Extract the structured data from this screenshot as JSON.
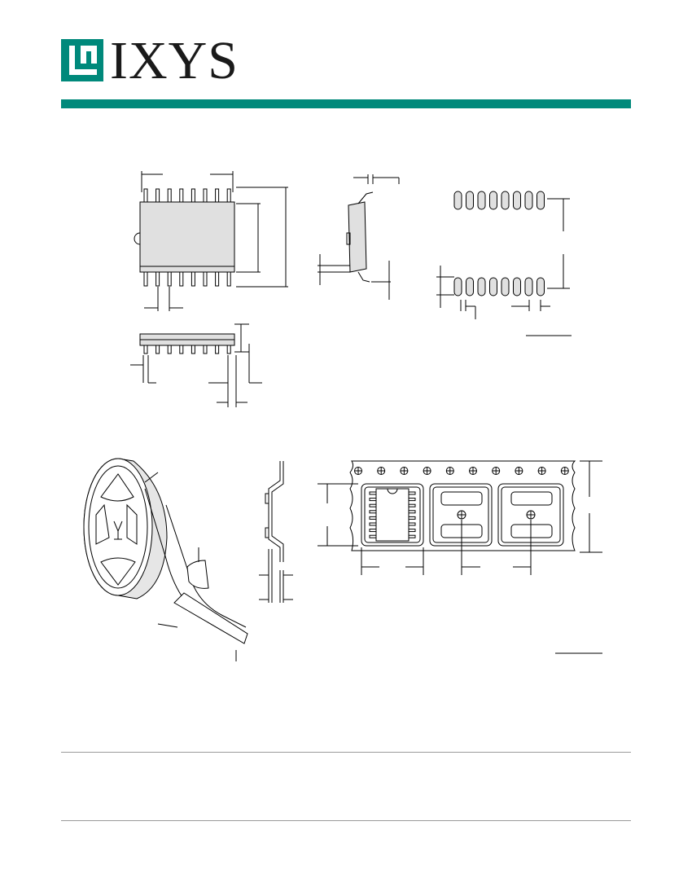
{
  "brand": {
    "name": "IXYS",
    "accent_color": "#00897b",
    "text_color": "#1a1a1a"
  },
  "pin_count_per_side": 8,
  "tape_pockets": 3,
  "sprocket_holes": 10,
  "icons": {
    "logo": "ixys-square-logo-icon",
    "sprocket": "circle-plus-icon"
  }
}
